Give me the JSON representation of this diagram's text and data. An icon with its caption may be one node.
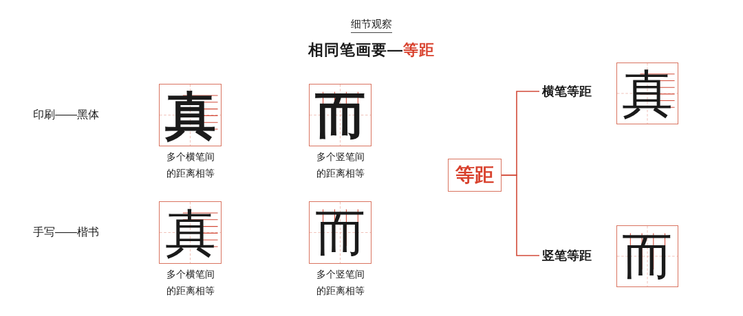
{
  "diagram": {
    "title": "相同笔画要—**等距**",
    "nodes": [
      {
        "text": [
          "真"
        ],
        "beside": [
          "多个横笔间的距离相等"
        ]
      },
      {
        "text": [
          "而"
        ],
        "beside": [
          "多个竖笔间的距离相等"
        ]
      },
      {
        "text": [
          "真"
        ],
        "beside": [
          "多个横笔间的距离相等"
        ]
      },
      {
        "text": [
          "而"
        ],
        "beside": [
          "多个竖笔间的距离相等"
        ]
      },
      {
        "text": [
          "等距"
        ]
      },
      {
        "text": [
          "横笔等距"
        ]
      },
      {
        "text": [
          "真"
        ]
      },
      {
        "text": [
          "竖笔等距"
        ]
      },
      {
        "text": [
          "而"
        ]
      }
    ],
    "edges": [
      {
        "from": 4,
        "to": 5,
        "arrow": "none"
      },
      {
        "from": 4,
        "to": 7,
        "arrow": "none"
      }
    ],
    "labels": [
      "细节观察",
      "印刷——黑体",
      "手写——楷书"
    ]
  }
}
